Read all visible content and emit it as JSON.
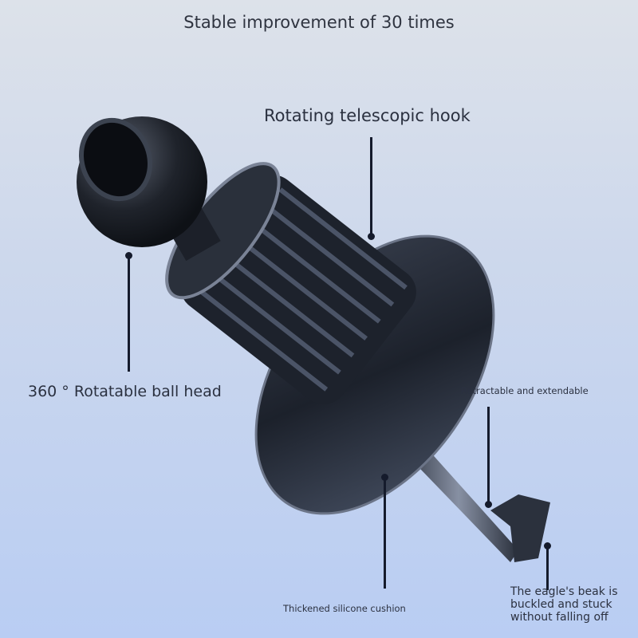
{
  "header": {
    "title": "Stable improvement of 30 times"
  },
  "callouts": {
    "hook": "Rotating telescopic hook",
    "ball_head": "360 ° Rotatable ball head",
    "retractable": "Retractable and extendable",
    "cushion": "Thickened silicone cushion",
    "beak": "The eagle's beak is\nbuckled and stuck\nwithout falling off"
  }
}
